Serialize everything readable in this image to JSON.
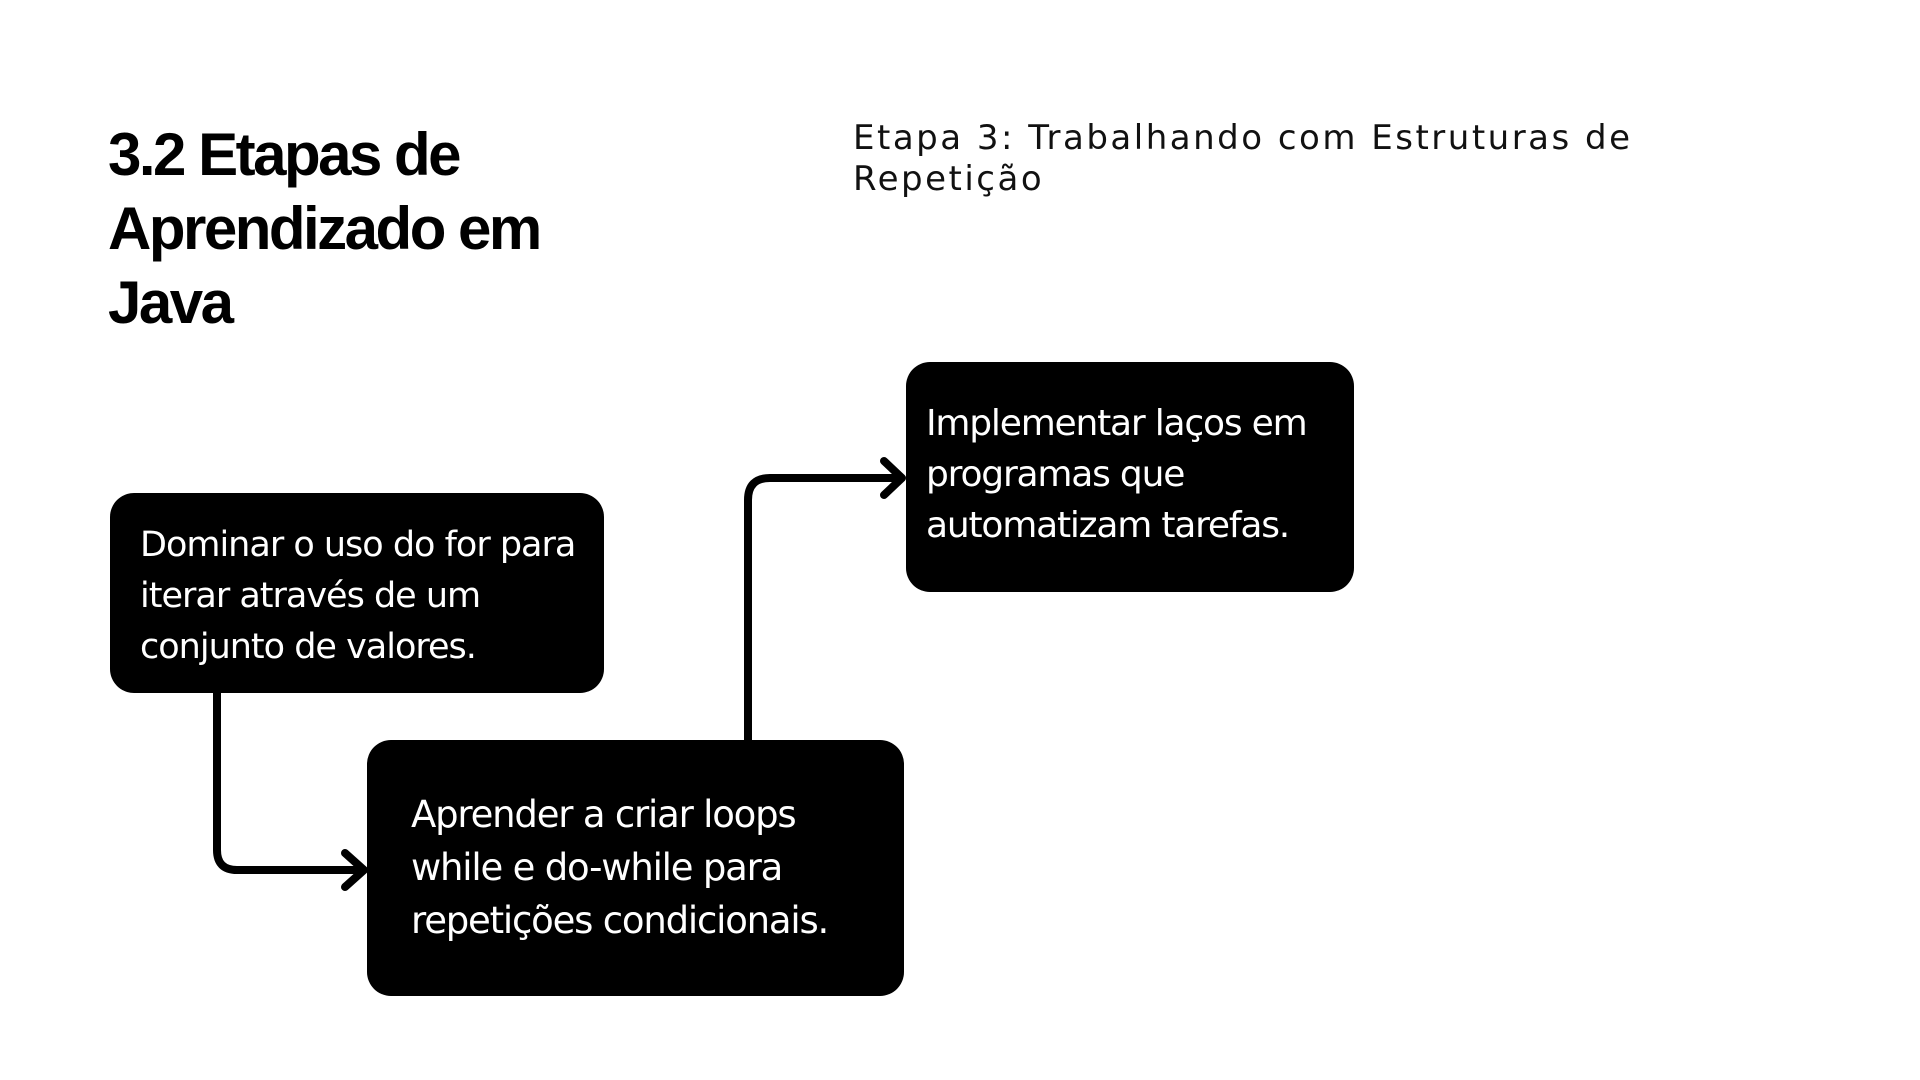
{
  "slide": {
    "title": "3.2 Etapas de Aprendizado em Java",
    "subtitle": "Etapa 3: Trabalhando com Estruturas de Repetição"
  },
  "diagram": {
    "steps": [
      {
        "text": "Dominar o uso do for para iterar através de um conjunto de valores."
      },
      {
        "text": "Aprender a criar loops while e do-while para repetições condicionais."
      },
      {
        "text": "Implementar laços em programas que automatizam tarefas."
      }
    ],
    "colors": {
      "box_fill": "#000000",
      "box_text": "#ffffff",
      "connector": "#000000",
      "background": "#ffffff"
    }
  }
}
